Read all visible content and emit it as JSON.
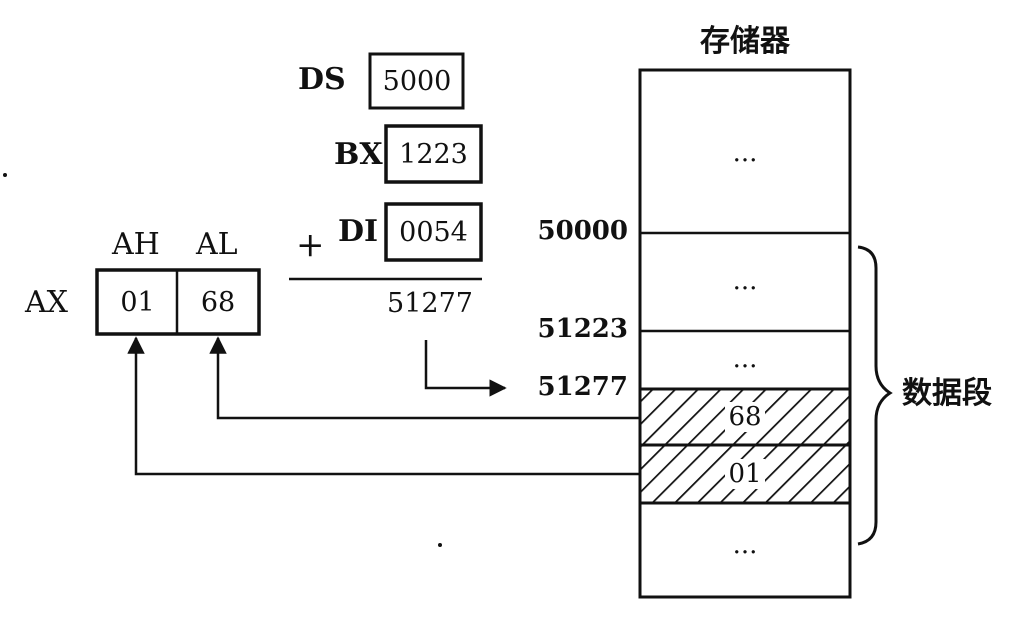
{
  "memory": {
    "title": "存储器",
    "segment_label": "数据段",
    "cells": [
      "...",
      "...",
      "...",
      "68",
      "01",
      "..."
    ],
    "addresses": [
      "50000",
      "51223",
      "51277"
    ]
  },
  "registers": {
    "ds": {
      "name": "DS",
      "value": "5000"
    },
    "bx": {
      "name": "BX",
      "value": "1223"
    },
    "di": {
      "name": "DI",
      "value": "0054"
    },
    "plus": "+",
    "sum": "51277",
    "ax": {
      "name": "AX",
      "ah_label": "AH",
      "al_label": "AL",
      "ah_value": "01",
      "al_value": "68"
    }
  }
}
